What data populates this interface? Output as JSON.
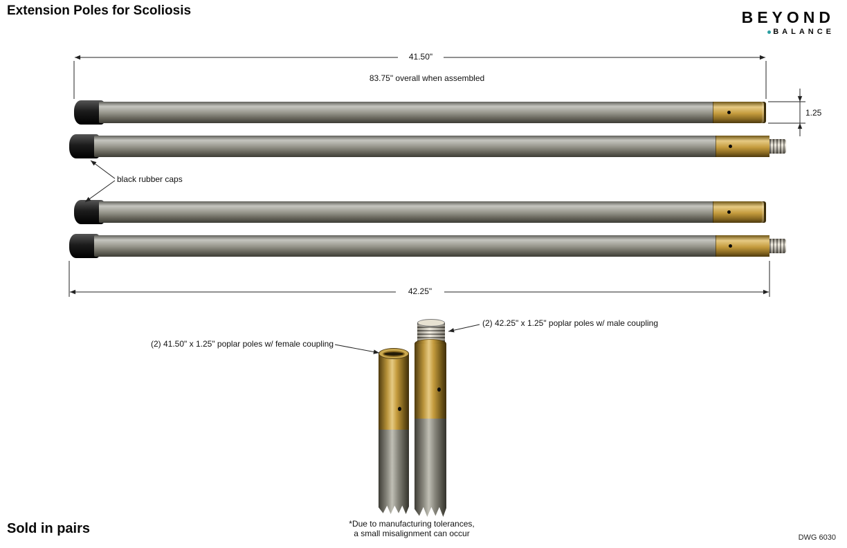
{
  "page": {
    "title": "Extension Poles for Scoliosis",
    "sold_note": "Sold in pairs",
    "drawing_number": "DWG 6030"
  },
  "logo": {
    "wordmark": "BEYOND",
    "subtext": "BALANCE",
    "accent_color": "#2b9ea1"
  },
  "dimensions": {
    "pole_a_length": "41.50\"",
    "overall_assembled": "83.75\" overall when assembled",
    "diameter": "1.25",
    "pole_b_length": "42.25\""
  },
  "labels": {
    "caps": "black rubber caps",
    "female_poles": "(2) 41.50\" x 1.25\" poplar poles w/ female coupling",
    "male_poles": "(2) 42.25\" x 1.25\" poplar poles w/ male coupling",
    "tolerance_note_line1": "*Due to manufacturing tolerances,",
    "tolerance_note_line2": "a small misalignment can occur"
  },
  "materials": {
    "brass_color": "#c49b3d",
    "shaft_color": "#8f8e84",
    "cap_color": "#0a0a0a"
  }
}
